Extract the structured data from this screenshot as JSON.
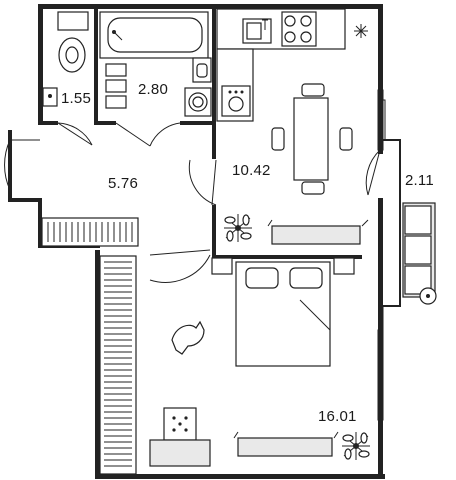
{
  "rooms": [
    {
      "id": "toilet",
      "area": "1.55"
    },
    {
      "id": "bathroom",
      "area": "2.80"
    },
    {
      "id": "hall",
      "area": "5.76"
    },
    {
      "id": "kitchen",
      "area": "10.42"
    },
    {
      "id": "balcony",
      "area": "2.11"
    },
    {
      "id": "bedroom",
      "area": "16.01"
    }
  ],
  "colors": {
    "wall": "#222222",
    "fill_light": "#e9e9e9",
    "background": "#ffffff"
  },
  "icons": [
    "toilet-icon",
    "bathtub-icon",
    "washing-machine-icon",
    "stove-icon",
    "kitchen-sink-icon",
    "dining-table-icon",
    "bed-icon",
    "plant-icon",
    "armchair-icon",
    "wardrobe-icon",
    "dog-icon",
    "ventilation-icon",
    "radiator-icon"
  ]
}
